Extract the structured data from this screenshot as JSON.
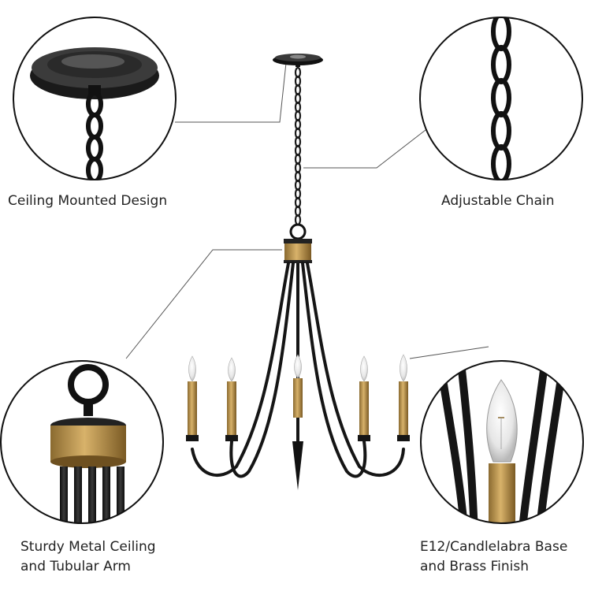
{
  "captions": {
    "ceiling_mounted": "Ceiling Mounted Design",
    "adjustable_chain": "Adjustable Chain",
    "sturdy_line1": "Sturdy Metal Ceiling",
    "sturdy_line2": "and Tubular Arm",
    "e12_line1": "E12/Candlelabra Base",
    "e12_line2": "and Brass Finish"
  },
  "colors": {
    "metal_black": "#1a1a1a",
    "brass": "#b8924a",
    "leader_line": "#555555"
  },
  "icons": [
    "ceiling-canopy-detail",
    "chain-detail",
    "brass-cap-detail",
    "candle-bulb-detail",
    "chandelier-illustration"
  ]
}
